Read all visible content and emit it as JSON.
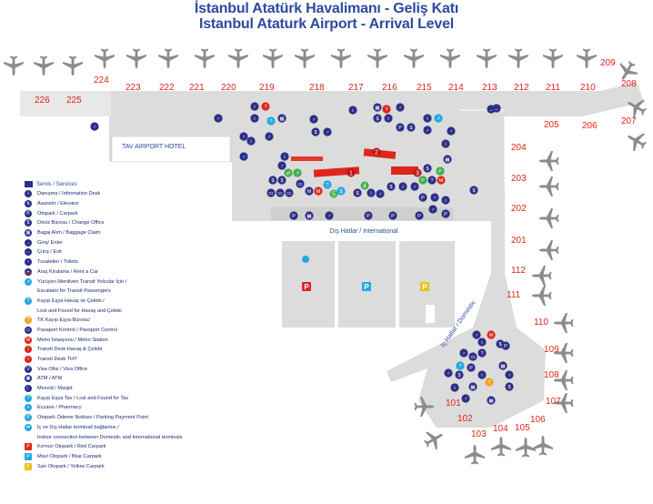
{
  "title": {
    "line1": "İstanbul Atatürk Havalimanı - Geliş Katı",
    "line2": "Istanbul Ataturk Airport - Arrival Level"
  },
  "colors": {
    "title": "#2c4a9e",
    "terminal": "#dcdcdc",
    "gate_text": "#e0251b",
    "icon_navy": "#2c2f86",
    "icon_cyan": "#22a9e1",
    "icon_red": "#e0251b",
    "icon_green": "#3fae49",
    "icon_orange": "#f4a31b",
    "red_carpark": "#d9262b",
    "blue_carpark": "#22a9e1",
    "yellow_carpark": "#e8c21a"
  },
  "hotel": {
    "label": "TAV AIRPORT HOTEL"
  },
  "areas": {
    "international": "Dış Hatlar / International",
    "domestic": "İç Hatlar / Domestic"
  },
  "gates_top": [
    "226",
    "225",
    "224",
    "223",
    "222",
    "221",
    "220",
    "219",
    "218",
    "217",
    "216",
    "215",
    "214",
    "213",
    "212",
    "211",
    "210",
    "209",
    "208"
  ],
  "gates_right": [
    "207",
    "206",
    "205",
    "204",
    "203",
    "202",
    "201",
    "112",
    "111",
    "110",
    "109",
    "108",
    "107",
    "106",
    "105",
    "104",
    "103",
    "102",
    "101"
  ],
  "legend": {
    "title": "Servis / Services",
    "items": [
      {
        "icon": "i",
        "text": "Danışma / Information Desk"
      },
      {
        "icon": "⇅",
        "text": "Asansör / Elevator"
      },
      {
        "icon": "P",
        "text": "Otopark / Carpark"
      },
      {
        "icon": "$",
        "text": "Döviz Bürosu / Change Office"
      },
      {
        "icon": "▦",
        "text": "Bagaj Alım / Baggage Claim"
      },
      {
        "icon": "→",
        "text": "Giriş/ Enter"
      },
      {
        "icon": "←",
        "text": "Çıkış / Exit"
      },
      {
        "icon": "♂",
        "text": "Tuvaletler / Toilets"
      },
      {
        "icon": "🚗",
        "text": "Araç Kiralama / Rent a Car"
      },
      {
        "icon": "↗",
        "text": "Yürüyen Merdiven Transit Yolcular İçin /"
      },
      {
        "icon": "",
        "text": "Escalator for Transit Passengers"
      },
      {
        "icon": "?",
        "text": "Kayıp Eşya Havaş ve Çelebi /"
      },
      {
        "icon": "",
        "text": "Lost and Found for Havaş and Çelebi"
      },
      {
        "icon": "?",
        "text": "TK Kayıp Eşya Bürosu/"
      },
      {
        "icon": "▭",
        "text": "Pasaport Kontrol / Passport Control"
      },
      {
        "icon": "M",
        "text": "Metro İstasyonu / Metro Station"
      },
      {
        "icon": "i",
        "text": "Transit Desk Havaş & Çelebi"
      },
      {
        "icon": "i",
        "text": "Transit Desk THY"
      },
      {
        "icon": "V",
        "text": "Visa Ofisi / Visa Office"
      },
      {
        "icon": "▣",
        "text": "ATM / ATM"
      },
      {
        "icon": "☾",
        "text": "Mescid / Masjid"
      },
      {
        "icon": "?",
        "text": "Kayıp Eşya Tav / Lost and Found for Tav"
      },
      {
        "icon": "+",
        "text": "Eczane / Pharmacy"
      },
      {
        "icon": "P",
        "text": "Otopark Ödeme Noktası / Parking Payment Point"
      },
      {
        "icon": "⇄",
        "text": "İç ve Dış Hatlar terminali bağlantısı /"
      },
      {
        "icon": "",
        "text": "Indoor connection between Domestic and International terminals"
      },
      {
        "icon": "P",
        "text": "Kırmızı Otopark / Red Carpark"
      },
      {
        "icon": "P",
        "text": "Mavi Otopark / Blue Carpark"
      },
      {
        "icon": "P",
        "text": "Sarı Otopark / Yellow Carpark"
      }
    ]
  },
  "numbered_markers": [
    "1",
    "2",
    "3",
    "4",
    "5"
  ]
}
